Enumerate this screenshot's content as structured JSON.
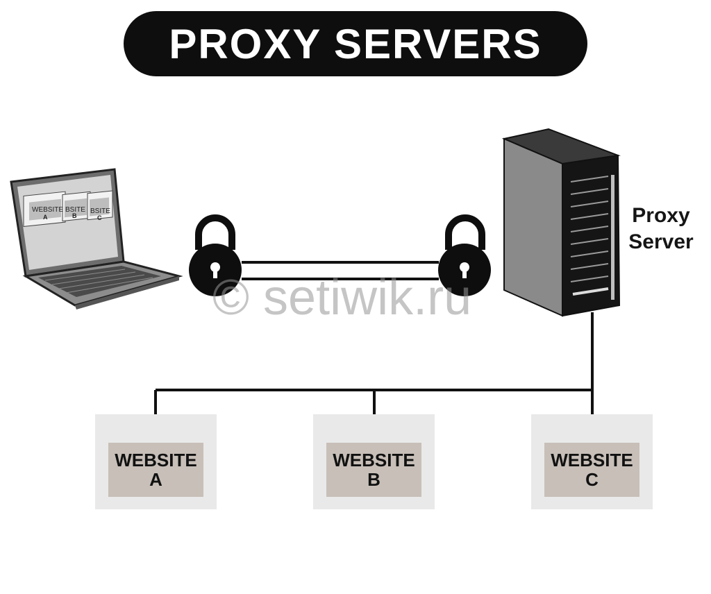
{
  "title": "PROXY SERVERS",
  "proxy_server": {
    "line1": "Proxy",
    "line2": "Server"
  },
  "laptop": {
    "screen_windows": [
      {
        "line1": "WEBSITE",
        "line2": "A"
      },
      {
        "line1": "BSITE",
        "line2": "B"
      },
      {
        "line1": "BSITE",
        "line2": "C"
      }
    ]
  },
  "websites": [
    {
      "line1": "WEBSITE",
      "line2": "A"
    },
    {
      "line1": "WEBSITE",
      "line2": "B"
    },
    {
      "line1": "WEBSITE",
      "line2": "C"
    }
  ],
  "watermark": "© setiwik.ru",
  "colors": {
    "dark": "#0e0e0e",
    "site_panel": "#e9e9e9",
    "site_label": "#c7bfb8"
  }
}
